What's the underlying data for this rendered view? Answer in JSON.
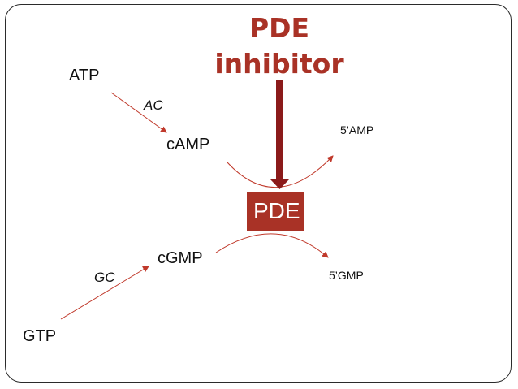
{
  "title": {
    "line1": "PDE",
    "line2": "inhibitor"
  },
  "molecules": {
    "atp": "ATP",
    "camp": "cAMP",
    "gtp": "GTP",
    "cgmp": "cGMP",
    "amp": "5’AMP",
    "gmp": "5’GMP"
  },
  "enzymes": {
    "ac": "AC",
    "gc": "GC",
    "pde": "PDE"
  },
  "colors": {
    "accent": "#a93226",
    "arrow": "#8b1a1a",
    "thin_arrow": "#c0392b",
    "text": "#111111"
  }
}
